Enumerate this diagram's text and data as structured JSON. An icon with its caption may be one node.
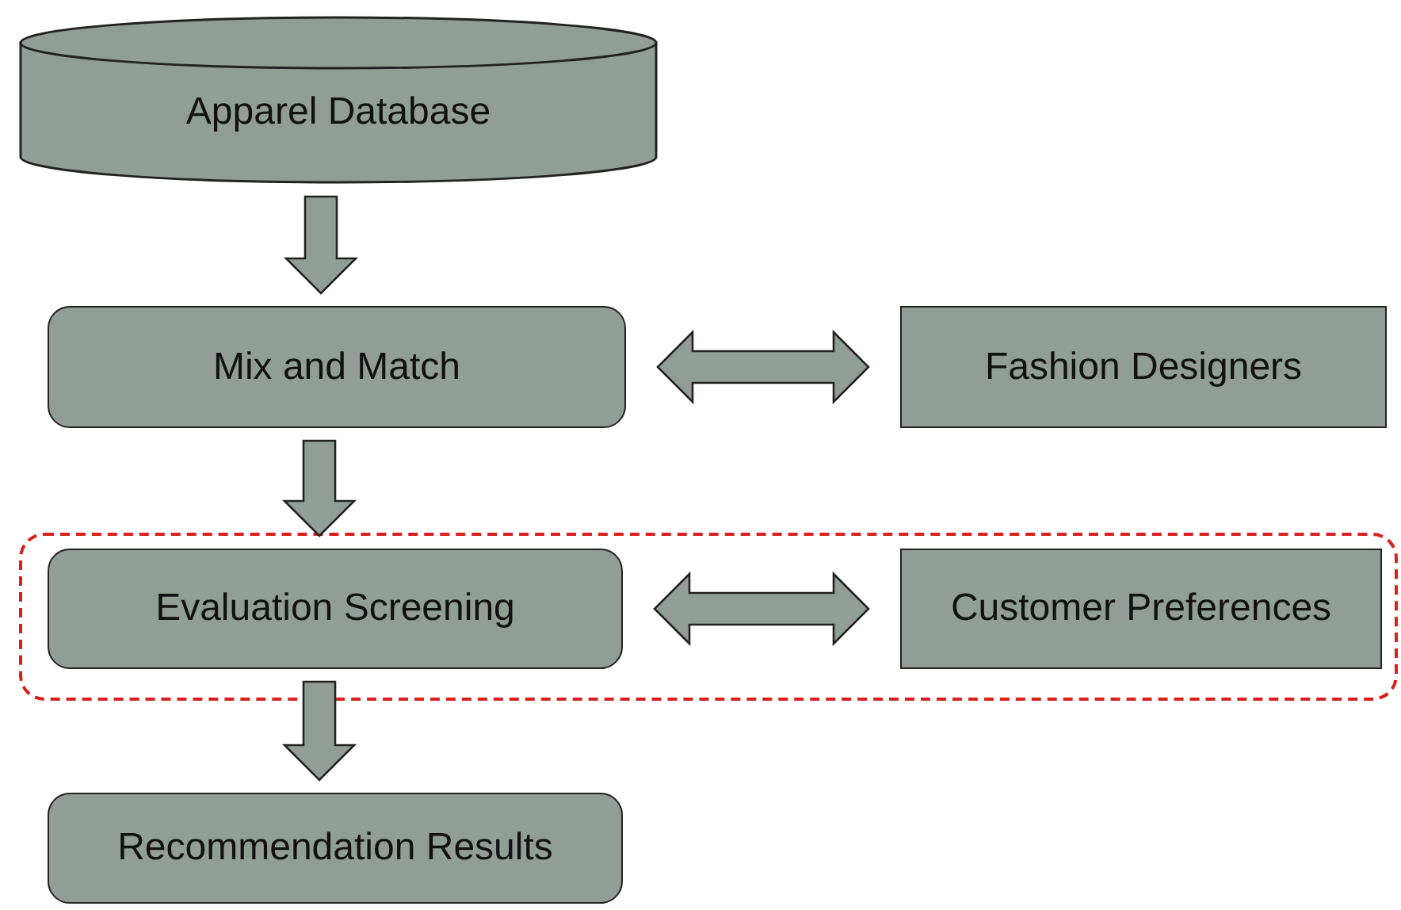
{
  "diagram": {
    "nodes": [
      {
        "text": [
          "Apparel Database"
        ]
      },
      {
        "text": [
          "Mix and Match"
        ]
      },
      {
        "text": [
          "Fashion Designers"
        ]
      },
      {
        "text": [],
        "shape": "box"
      },
      {
        "text": [
          "Evaluation Screening"
        ],
        "in": 3
      },
      {
        "text": [
          "Customer Preferences"
        ],
        "in": 3
      },
      {
        "text": [
          "Recommendation Results"
        ]
      }
    ],
    "edges": [
      {
        "from": 0,
        "to": 1,
        "arrow": "to"
      },
      {
        "from": 1,
        "to": 2,
        "arrow": "both"
      },
      {
        "from": 1,
        "to": 4,
        "arrow": "to"
      },
      {
        "from": 4,
        "to": 5,
        "arrow": "both"
      },
      {
        "from": 4,
        "to": 6,
        "arrow": "to"
      }
    ]
  }
}
